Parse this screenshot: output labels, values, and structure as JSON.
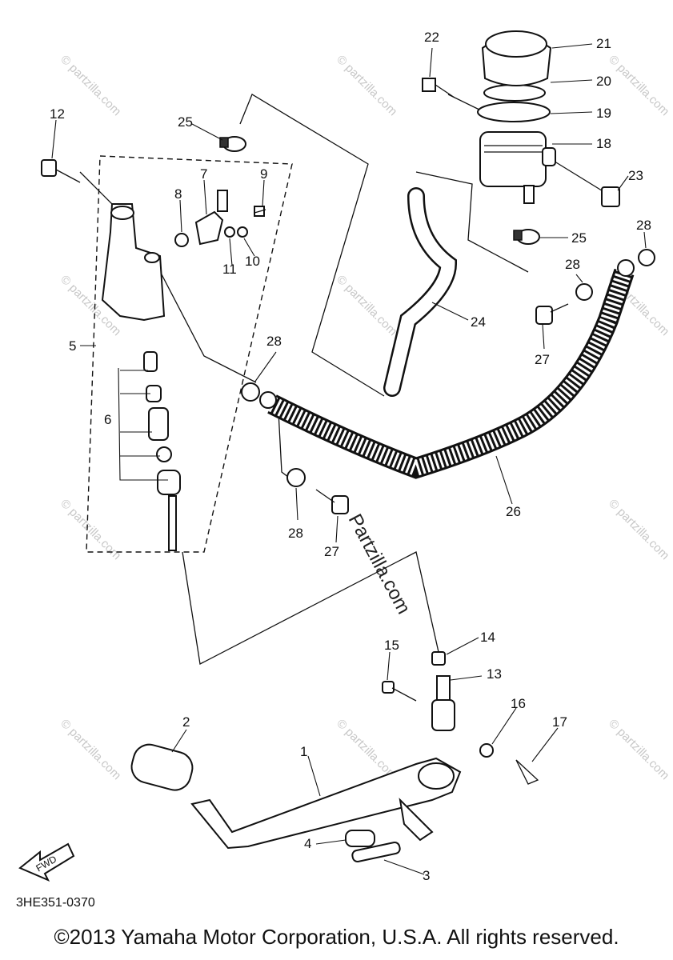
{
  "diagram": {
    "callouts": {
      "c1": "1",
      "c2": "2",
      "c3": "3",
      "c4": "4",
      "c5": "5",
      "c6": "6",
      "c7": "7",
      "c8": "8",
      "c9": "9",
      "c10": "10",
      "c11": "11",
      "c12": "12",
      "c13": "13",
      "c14": "14",
      "c15": "15",
      "c16": "16",
      "c17": "17",
      "c18": "18",
      "c19": "19",
      "c20": "20",
      "c21": "21",
      "c22": "22",
      "c23": "23",
      "c24": "24",
      "c25a": "25",
      "c25b": "25",
      "c26": "26",
      "c27a": "27",
      "c27b": "27",
      "c28a": "28",
      "c28b": "28",
      "c28c": "28",
      "c28d": "28"
    },
    "fwd_label": "FWD",
    "watermark": "© partzilla.com",
    "center_watermark": "Partzilla.com",
    "diagram_code": "3HE351-0370"
  },
  "footer": {
    "copyright": "©2013  Yamaha Motor Corporation, U.S.A. All rights reserved."
  }
}
